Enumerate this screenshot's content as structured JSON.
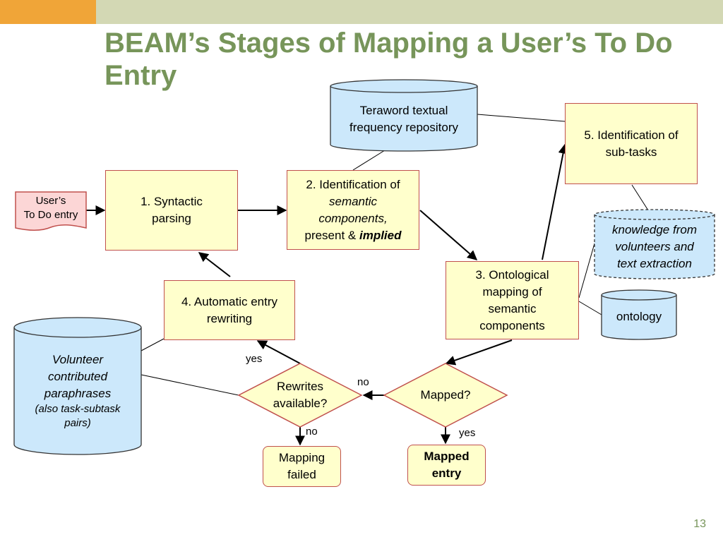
{
  "title": "BEAM’s Stages of Mapping a User’s To Do Entry",
  "page_number": "13",
  "nodes": {
    "user_entry": {
      "line1": "User’s",
      "line2": "To Do entry"
    },
    "teraword": {
      "line1": "Teraword textual",
      "line2": "frequency repository"
    },
    "stage1": {
      "line1": "1. Syntactic",
      "line2": "parsing"
    },
    "stage2": {
      "line1": "2. Identification of",
      "line2": "semantic",
      "line3": "components,",
      "line4_prefix": "present & ",
      "line4_emph": "implied"
    },
    "stage3": {
      "line1": "3. Ontological",
      "line2": "mapping of",
      "line3": "semantic",
      "line4": "components"
    },
    "stage4": {
      "line1": "4. Automatic entry",
      "line2": "rewriting"
    },
    "stage5": {
      "line1": "5. Identification of",
      "line2": "sub-tasks"
    },
    "knowledge": {
      "line1": "knowledge from",
      "line2": "volunteers and",
      "line3": "text extraction"
    },
    "ontology": {
      "line1": "ontology"
    },
    "volunteer": {
      "line1": "Volunteer",
      "line2": "contributed",
      "line3": "paraphrases",
      "line4": "(also task-subtask",
      "line5": "pairs)"
    },
    "rewrites_decision": {
      "line1": "Rewrites",
      "line2": "available?"
    },
    "mapped_decision": {
      "line1": "Mapped?"
    },
    "mapping_failed": {
      "line1": "Mapping",
      "line2": "failed"
    },
    "mapped_entry": {
      "line1": "Mapped",
      "line2": "entry"
    }
  },
  "edge_labels": {
    "yes_to_rewrite": "yes",
    "no_to_rewrites": "no",
    "no_failed": "no",
    "yes_mapped": "yes"
  },
  "colors": {
    "title": "#77955a",
    "accent": "#f0a538",
    "band": "#d3d8b4",
    "stage_fill": "#ffffcc",
    "stage_border": "#c0504d",
    "db_fill": "#cce8fb",
    "db_stroke": "#333333",
    "doc_fill": "#fcd6d6"
  }
}
